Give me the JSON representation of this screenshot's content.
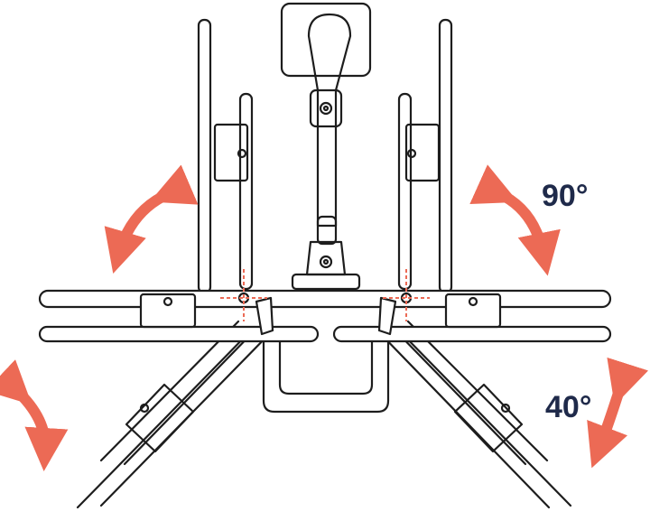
{
  "labels": {
    "rotation_angle": "90°",
    "tilt_angle": "40°"
  },
  "colors": {
    "line": "#1d1d1d",
    "arrow": "#ec6a55",
    "label": "#1f2a4a",
    "pivot_marker": "#ec6a55"
  },
  "icons": {
    "rotation_arrow": "curved-double-arrow",
    "tilt_arrow": "curved-double-arrow"
  }
}
